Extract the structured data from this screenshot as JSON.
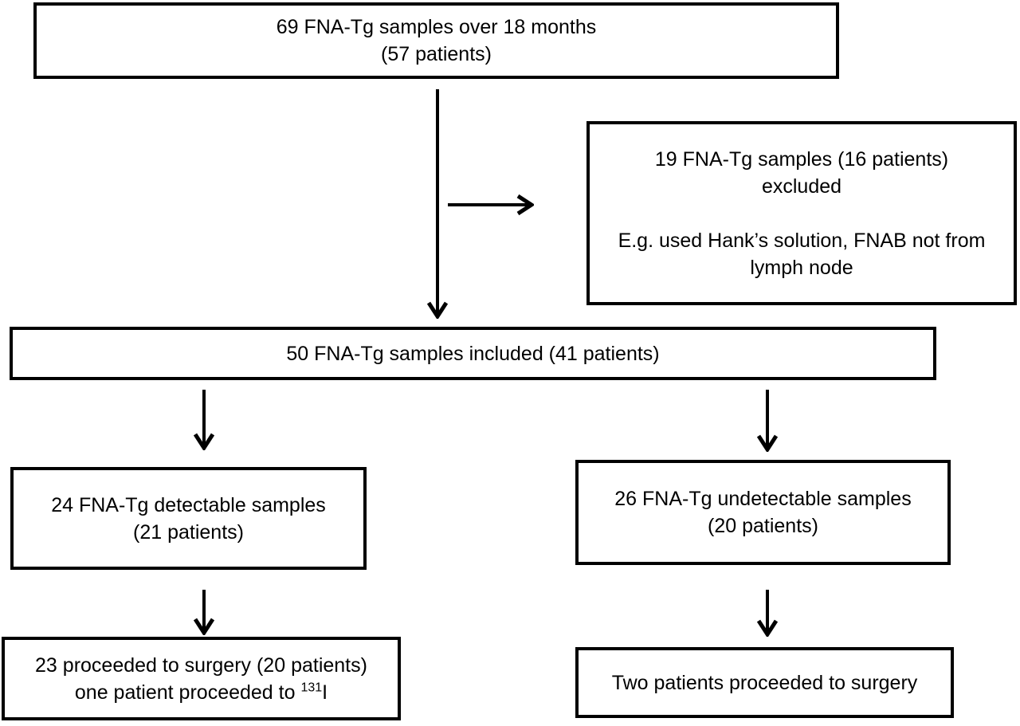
{
  "flowchart": {
    "top_box": {
      "line1": "69 FNA-Tg samples over 18 months",
      "line2": "(57 patients)"
    },
    "excluded_box": {
      "line1": "19 FNA-Tg samples (16 patients)",
      "line2": "excluded",
      "line3": "E.g. used Hank’s solution, FNAB not from",
      "line4": "lymph node"
    },
    "included_box": {
      "line1": "50 FNA-Tg samples included (41 patients)"
    },
    "detectable_box": {
      "line1": "24 FNA-Tg detectable samples",
      "line2": "(21 patients)"
    },
    "undetectable_box": {
      "line1": "26 FNA-Tg undetectable samples",
      "line2": "(20 patients)"
    },
    "detectable_outcome_box": {
      "line1": "23 proceeded to surgery (20 patients)",
      "line2_prefix": "one patient proceeded to ",
      "line2_superscript": "131",
      "line2_suffix": "I"
    },
    "undetectable_outcome_box": {
      "line1": "Two patients proceeded to surgery"
    }
  },
  "colors": {
    "background": "#ffffff",
    "box_border": "#000000",
    "text": "#000000",
    "arrow": "#000000"
  }
}
